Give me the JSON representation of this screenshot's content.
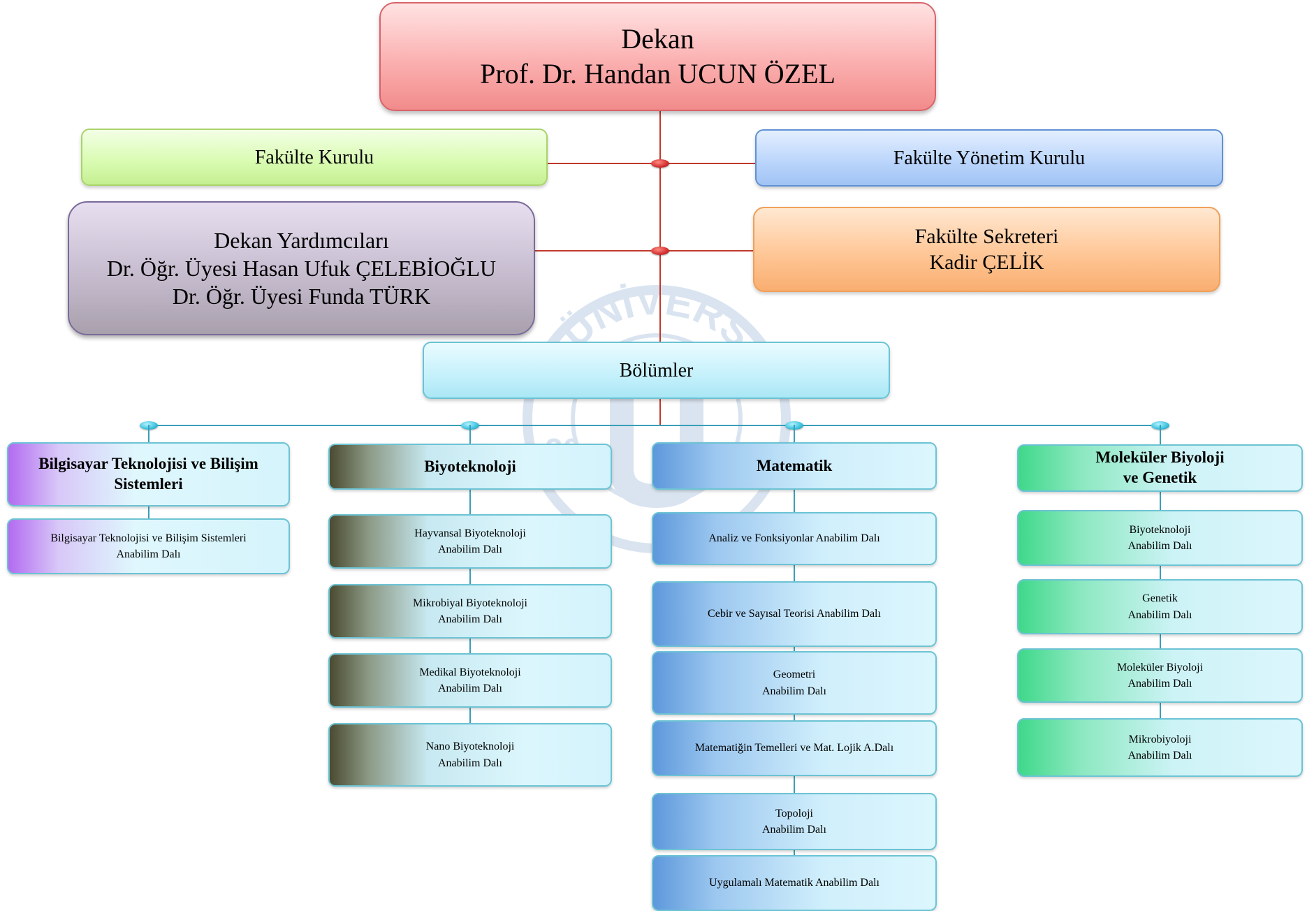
{
  "dekan": {
    "title": "Dekan",
    "name": "Prof. Dr. Handan UCUN ÖZEL"
  },
  "fakulte_kurulu": "Fakülte Kurulu",
  "fakulte_yonetim_kurulu": "Fakülte Yönetim Kurulu",
  "dekan_yardimcilari": {
    "title": "Dekan Yardımcıları",
    "members": [
      "Dr. Öğr. Üyesi Hasan Ufuk ÇELEBİOĞLU",
      "Dr. Öğr. Üyesi Funda TÜRK"
    ]
  },
  "fakulte_sekreteri": {
    "title": "Fakülte Sekreteri",
    "name": "Kadir ÇELİK"
  },
  "bolumler": "Bölümler",
  "watermark": {
    "top_text": "ÜNİVERS",
    "bottom_text": "20"
  },
  "departments": [
    {
      "name_lines": [
        "Bilgisayar Teknolojisi ve Bilişim",
        "Sistemleri"
      ],
      "units": [
        [
          "Bilgisayar Teknolojisi ve Bilişim Sistemleri",
          "Anabilim Dalı"
        ]
      ]
    },
    {
      "name_lines": [
        "Biyoteknoloji"
      ],
      "units": [
        [
          "Hayvansal Biyoteknoloji",
          "Anabilim Dalı"
        ],
        [
          "Mikrobiyal Biyoteknoloji",
          "Anabilim Dalı"
        ],
        [
          "Medikal Biyoteknoloji",
          "Anabilim Dalı"
        ],
        [
          "Nano Biyoteknoloji",
          "Anabilim Dalı"
        ]
      ]
    },
    {
      "name_lines": [
        "Matematik"
      ],
      "units": [
        [
          "Analiz ve Fonksiyonlar Anabilim Dalı"
        ],
        [
          "Cebir ve Sayısal Teorisi Anabilim Dalı"
        ],
        [
          "Geometri",
          "Anabilim Dalı"
        ],
        [
          "Matematiğin Temelleri ve Mat. Lojik A.Dalı"
        ],
        [
          "Topoloji",
          "Anabilim Dalı"
        ],
        [
          "Uygulamalı Matematik Anabilim Dalı"
        ]
      ]
    },
    {
      "name_lines": [
        "Moleküler Biyoloji",
        "ve Genetik"
      ],
      "units": [
        [
          "Biyoteknoloji",
          "Anabilim Dalı"
        ],
        [
          "Genetik",
          "Anabilim Dalı"
        ],
        [
          "Moleküler Biyoloji",
          "Anabilim Dalı"
        ],
        [
          "Mikrobiyoloji",
          "Anabilim Dalı"
        ]
      ]
    }
  ]
}
